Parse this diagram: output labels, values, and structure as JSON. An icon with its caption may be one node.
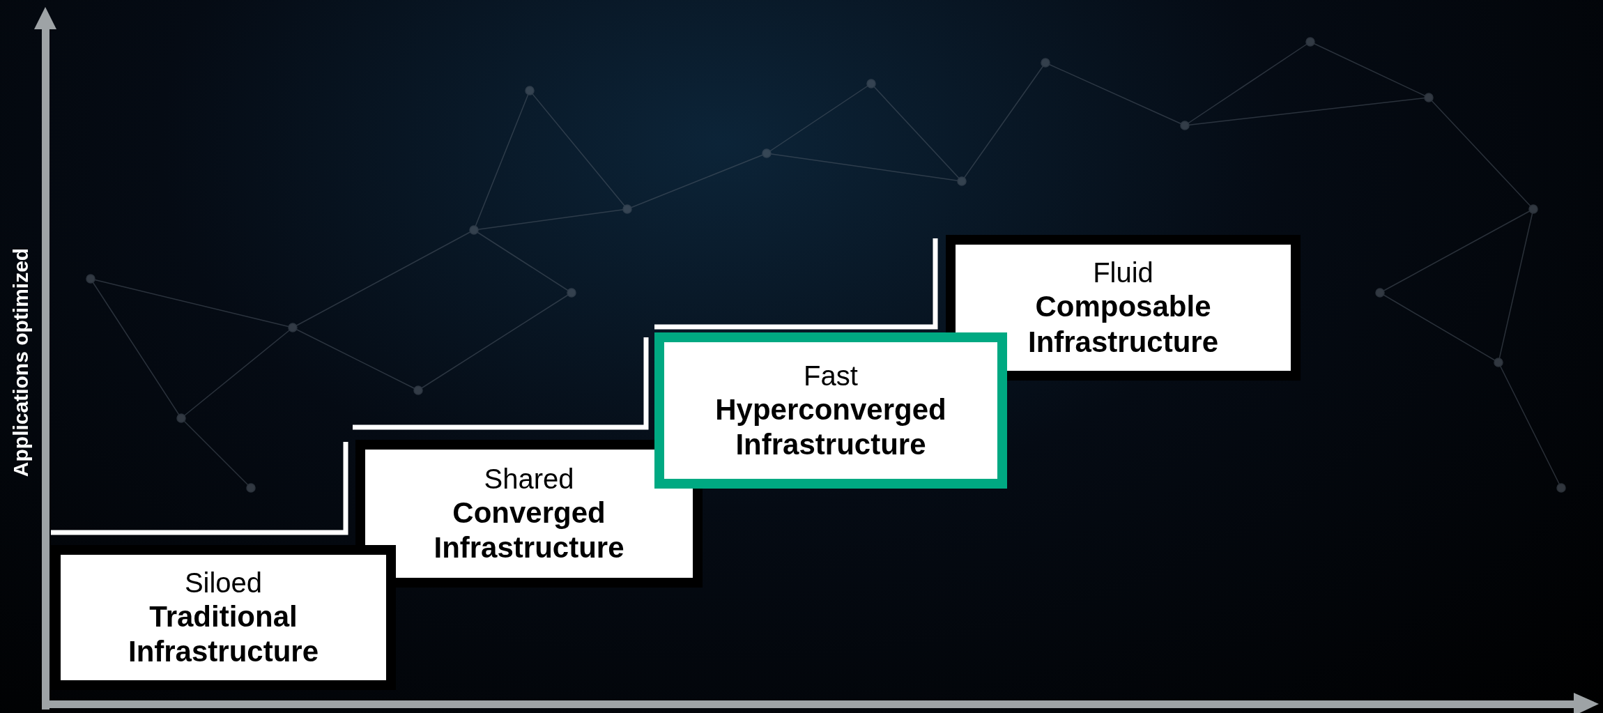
{
  "diagram": {
    "nodes": [
      {
        "text": [
          "Siloed",
          "Traditional Infrastructure"
        ]
      },
      {
        "text": [
          "Shared",
          "Converged Infrastructure"
        ]
      },
      {
        "text": [
          "Fast",
          "Hyperconverged Infrastructure"
        ]
      },
      {
        "text": [
          "Fluid",
          "Composable Infrastructure"
        ]
      }
    ],
    "edges": [],
    "labels": [
      "Applications optimized"
    ]
  }
}
